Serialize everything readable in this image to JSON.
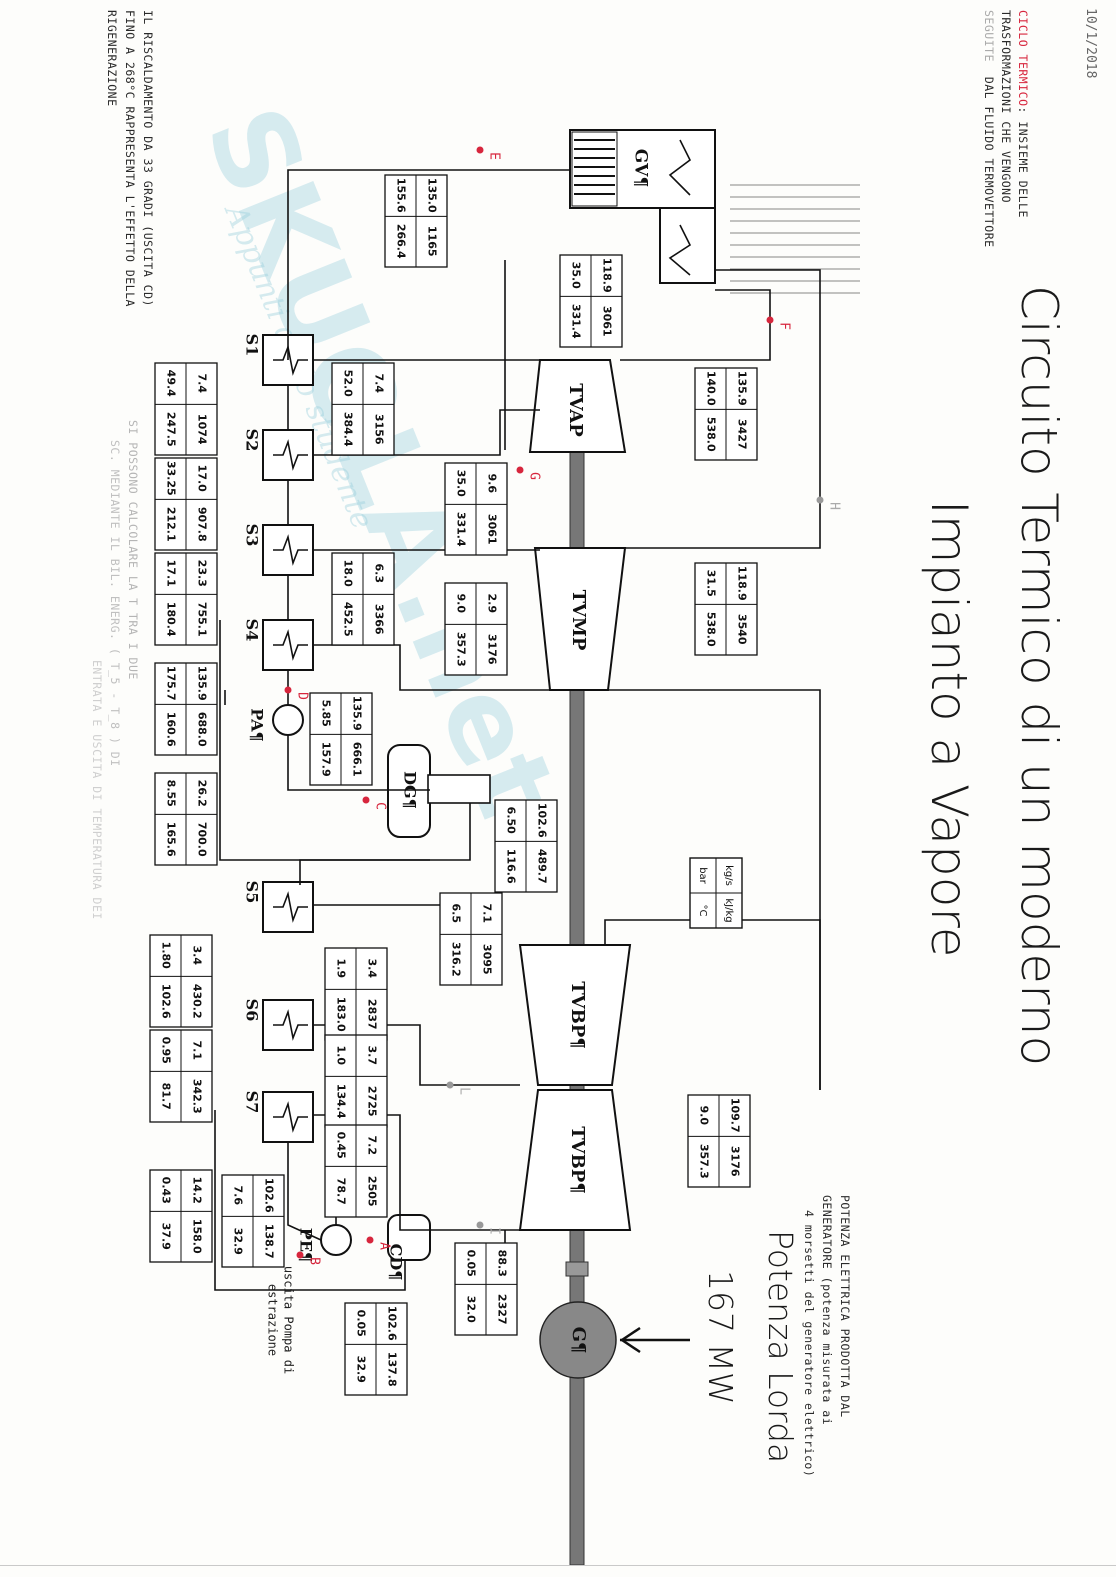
{
  "header": {
    "date": "10/1/2018",
    "title_line1": "Circuito Termico di un moderno",
    "title_line2": "Impianto a Vapore"
  },
  "power": {
    "label": "Potenza Lorda",
    "value": "167 MW",
    "note_line1": "POTENZA ELETTRICA PRODOTTA DAL",
    "note_line2": "GENERATORE (potenza misurata ai",
    "note_line3": "4 morsetti del generatore elettrico)"
  },
  "notes": {
    "cycle_line1_red": "CICLO TERMICO",
    "cycle_line1_rest": ": INSIEME DELLE",
    "cycle_line2": "TRASFORMAZIONI CHE VENGONO",
    "cycle_line3_faint": "SEGUITE",
    "cycle_line3_rest": "DAL FLUIDO TERMOVETTORE",
    "left_line1": "IL RISCALDAMENTO DA 33 GRADI (USCITA CD)",
    "left_line2": "FINO A 268°C RAPPRESENTA L'EFFETTO DELLA",
    "left_line3": "RIGENERAZIONE",
    "faint_line1": "SI POSSONO CALCOLARE LA T TRA I DUE",
    "faint_line2": "SC. MEDIANTE IL BIL. ENERG. ( T_5 - T_8 ) DI",
    "faint_line3": "ENTRATA E USCITA DI TEMPERATURA DEI"
  },
  "watermark": {
    "brand": "SKUOLA.net",
    "tagline": "Appunti dello studente"
  },
  "components": {
    "gv": "GV¶",
    "tv_ap": "TVAP",
    "tv_mp": "TVMP",
    "tv_bp1": "TVBP¶",
    "tv_bp2": "TVBP¶",
    "g": "G¶",
    "dg": "DG¶",
    "cd": "CD¶",
    "pa": "PA¶",
    "pe": "PE¶",
    "s1": "S1",
    "s2": "S2",
    "s3": "S3",
    "s4": "S4",
    "s5": "S5",
    "s6": "S6",
    "s7": "S7"
  },
  "points": {
    "A": "A",
    "B": "B",
    "B_note": "uscita Pompa di",
    "B_note2": "estrazione",
    "C": "C",
    "D": "D",
    "E": "E",
    "F": "F",
    "G": "G",
    "H": "H",
    "I": "I",
    "L": "L"
  },
  "legend": {
    "a": "kg/s",
    "b": "kJ/kg",
    "c": "bar",
    "d": "°C"
  },
  "boxes": [
    {
      "id": "gv-in",
      "v": [
        "135.0",
        "1165",
        "155.6",
        "266.4"
      ]
    },
    {
      "id": "ap-out",
      "v": [
        "118.9",
        "3061",
        "35.0",
        "331.4"
      ]
    },
    {
      "id": "ap-in",
      "v": [
        "135.9",
        "3427",
        "140.0",
        "538.0"
      ]
    },
    {
      "id": "mp-in",
      "v": [
        "118.9",
        "3540",
        "31.5",
        "538.0"
      ]
    },
    {
      "id": "ap-bleed",
      "v": [
        "9.6",
        "3061",
        "35.0",
        "331.4"
      ]
    },
    {
      "id": "mp-bleed",
      "v": [
        "2.9",
        "3176",
        "9.0",
        "357.3"
      ]
    },
    {
      "id": "s1-bleed",
      "v": [
        "7.4",
        "3156",
        "52.0",
        "384.4"
      ]
    },
    {
      "id": "s4-bleed",
      "v": [
        "6.3",
        "3366",
        "18.0",
        "452.5"
      ]
    },
    {
      "id": "s1-drain",
      "v": [
        "7.4",
        "1074",
        "49.4",
        "247.5"
      ]
    },
    {
      "id": "s2-drain",
      "v": [
        "17.0",
        "907.8",
        "33.25",
        "212.1"
      ]
    },
    {
      "id": "s3-drain",
      "v": [
        "23.3",
        "755.1",
        "17.1",
        "180.4"
      ]
    },
    {
      "id": "s4-out",
      "v": [
        "135.9",
        "688.0",
        "175.7",
        "160.6"
      ]
    },
    {
      "id": "s4-drain",
      "v": [
        "26.2",
        "700.0",
        "8.55",
        "165.6"
      ]
    },
    {
      "id": "pa-box",
      "v": [
        "135.9",
        "666.1",
        "5.85",
        "157.9"
      ]
    },
    {
      "id": "dg-in",
      "v": [
        "102.6",
        "489.7",
        "6.50",
        "116.6"
      ]
    },
    {
      "id": "bp-bleed",
      "v": [
        "7.1",
        "3095",
        "6.5",
        "316.2"
      ]
    },
    {
      "id": "s5-bleed",
      "v": [
        "3.4",
        "2837",
        "1.9",
        "183.0"
      ]
    },
    {
      "id": "s5-drain",
      "v": [
        "3.4",
        "430.2",
        "1.80",
        "102.6"
      ]
    },
    {
      "id": "s6-bleed",
      "v": [
        "3.7",
        "2725",
        "1.0",
        "134.4"
      ]
    },
    {
      "id": "s6-drain",
      "v": [
        "7.1",
        "342.3",
        "0.95",
        "81.7"
      ]
    },
    {
      "id": "s7-bleed",
      "v": [
        "7.2",
        "2505",
        "0.45",
        "78.7"
      ]
    },
    {
      "id": "s7-drain",
      "v": [
        "14.2",
        "158.0",
        "0.43",
        "37.9"
      ]
    },
    {
      "id": "pe-out",
      "v": [
        "102.6",
        "138.7",
        "7.6",
        "32.9"
      ]
    },
    {
      "id": "bp-in",
      "v": [
        "109.7",
        "3176",
        "9.0",
        "357.3"
      ]
    },
    {
      "id": "bp-exhaust",
      "v": [
        "88.3",
        "2327",
        "0.05",
        "32.0"
      ]
    },
    {
      "id": "cd-out",
      "v": [
        "102.6",
        "137.8",
        "0.05",
        "32.9"
      ]
    }
  ]
}
